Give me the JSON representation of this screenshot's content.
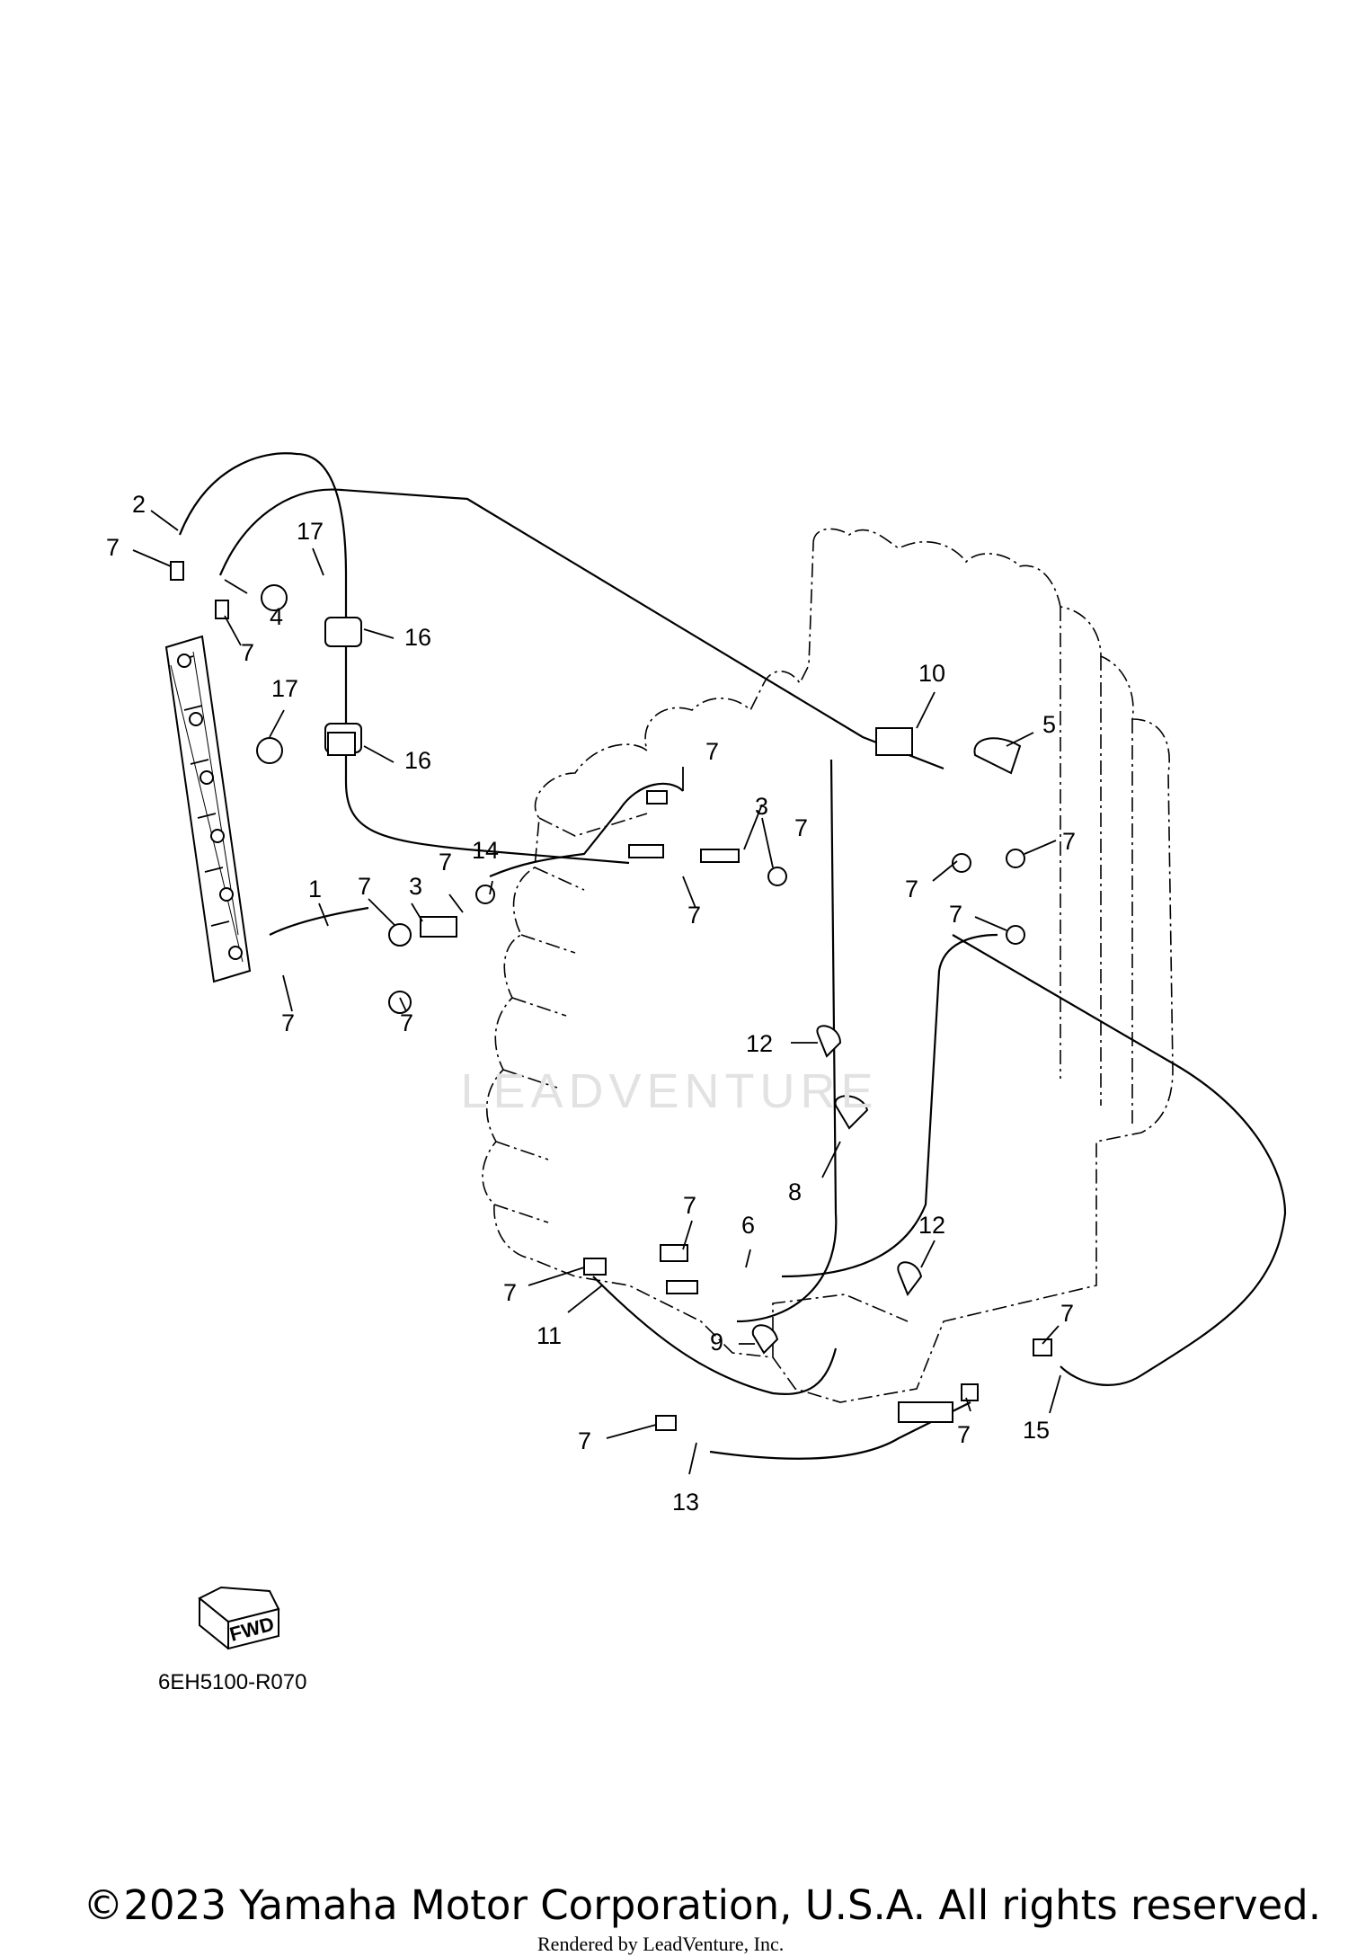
{
  "diagram": {
    "code": "6EH5100-R070",
    "fwd_label": "FWD",
    "watermark": "LEADVENTURE",
    "callouts": [
      {
        "id": "c2",
        "text": "2"
      },
      {
        "id": "c7a",
        "text": "7"
      },
      {
        "id": "c4",
        "text": "4"
      },
      {
        "id": "c17a",
        "text": "17"
      },
      {
        "id": "c7b",
        "text": "7"
      },
      {
        "id": "c16a",
        "text": "16"
      },
      {
        "id": "c17b",
        "text": "17"
      },
      {
        "id": "c16b",
        "text": "16"
      },
      {
        "id": "c10",
        "text": "10"
      },
      {
        "id": "c5",
        "text": "5"
      },
      {
        "id": "c7c",
        "text": "7"
      },
      {
        "id": "c3a",
        "text": "3"
      },
      {
        "id": "c7d",
        "text": "7"
      },
      {
        "id": "c7e",
        "text": "7"
      },
      {
        "id": "c7f",
        "text": "7"
      },
      {
        "id": "c7g",
        "text": "7"
      },
      {
        "id": "c7h",
        "text": "7"
      },
      {
        "id": "c1",
        "text": "1"
      },
      {
        "id": "c7i",
        "text": "7"
      },
      {
        "id": "c3b",
        "text": "3"
      },
      {
        "id": "c7j",
        "text": "7"
      },
      {
        "id": "c14",
        "text": "14"
      },
      {
        "id": "c7k",
        "text": "7"
      },
      {
        "id": "c7l",
        "text": "7"
      },
      {
        "id": "c12a",
        "text": "12"
      },
      {
        "id": "c8",
        "text": "8"
      },
      {
        "id": "c7m",
        "text": "7"
      },
      {
        "id": "c6",
        "text": "6"
      },
      {
        "id": "c12b",
        "text": "12"
      },
      {
        "id": "c7n",
        "text": "7"
      },
      {
        "id": "c11",
        "text": "11"
      },
      {
        "id": "c9",
        "text": "9"
      },
      {
        "id": "c7o",
        "text": "7"
      },
      {
        "id": "c7p",
        "text": "7"
      },
      {
        "id": "c7q",
        "text": "7"
      },
      {
        "id": "c15",
        "text": "15"
      },
      {
        "id": "c13",
        "text": "13"
      }
    ]
  },
  "footer": {
    "copyright": "©2023 Yamaha Motor Corporation, U.S.A. All rights reserved.",
    "rendered_by": "Rendered by LeadVenture, Inc."
  }
}
